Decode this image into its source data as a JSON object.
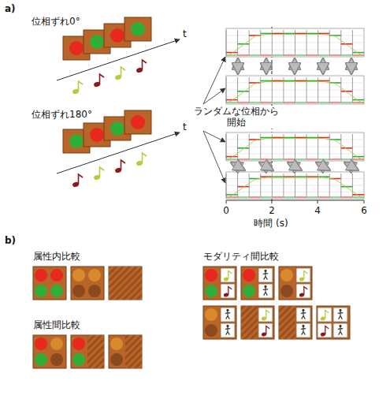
{
  "diagram": {
    "labels": [
      "a)",
      "位相ずれ0°",
      "t",
      "ランダムな位相から 開始",
      "位相ずれ180°",
      "t",
      "0",
      "2",
      "4",
      "6",
      "時間 (s)",
      "b)",
      "属性内比較",
      "モダリティ間比較",
      "属性間比較"
    ]
  }
}
